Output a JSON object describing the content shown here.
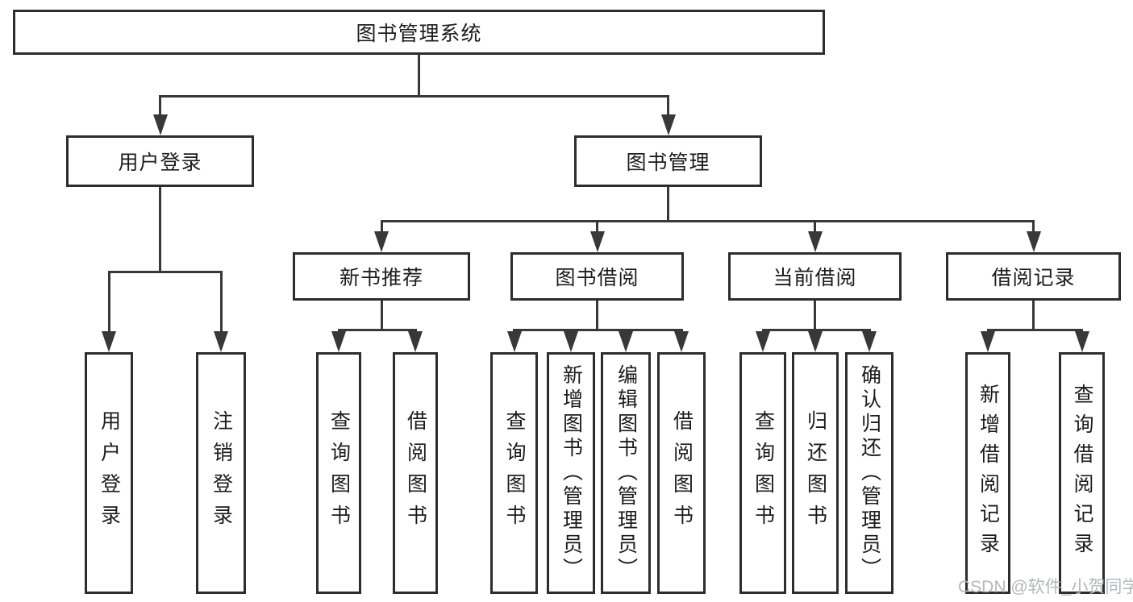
{
  "diagram": {
    "title": "图书管理系统",
    "nodes": [
      {
        "id": "root",
        "label": "图书管理系统",
        "level": 1,
        "parent": null
      },
      {
        "id": "login",
        "label": "用户登录",
        "level": 2,
        "parent": "root"
      },
      {
        "id": "mgmt",
        "label": "图书管理",
        "level": 2,
        "parent": "root"
      },
      {
        "id": "rec",
        "label": "新书推荐",
        "level": 3,
        "parent": "mgmt"
      },
      {
        "id": "borrow",
        "label": "图书借阅",
        "level": 3,
        "parent": "mgmt"
      },
      {
        "id": "current",
        "label": "当前借阅",
        "level": 3,
        "parent": "mgmt"
      },
      {
        "id": "records",
        "label": "借阅记录",
        "level": 3,
        "parent": "mgmt"
      },
      {
        "id": "v-login",
        "label": "用户登录",
        "level": 4,
        "parent": "login"
      },
      {
        "id": "v-logout",
        "label": "注销登录",
        "level": 4,
        "parent": "login"
      },
      {
        "id": "v-rec-query",
        "label": "查询图书",
        "level": 4,
        "parent": "rec"
      },
      {
        "id": "v-rec-borrow",
        "label": "借阅图书",
        "level": 4,
        "parent": "rec"
      },
      {
        "id": "v-bor-query",
        "label": "查询图书",
        "level": 4,
        "parent": "borrow"
      },
      {
        "id": "v-bor-add",
        "label": "新增图书（管理员）",
        "level": 4,
        "parent": "borrow"
      },
      {
        "id": "v-bor-edit",
        "label": "编辑图书（管理员）",
        "level": 4,
        "parent": "borrow"
      },
      {
        "id": "v-bor-borrow",
        "label": "借阅图书",
        "level": 4,
        "parent": "borrow"
      },
      {
        "id": "v-cur-query",
        "label": "查询图书",
        "level": 4,
        "parent": "current"
      },
      {
        "id": "v-cur-return",
        "label": "归还图书",
        "level": 4,
        "parent": "current"
      },
      {
        "id": "v-cur-confirm",
        "label": "确认归还（管理员）",
        "level": 4,
        "parent": "current"
      },
      {
        "id": "v-recd-add",
        "label": "新增借阅记录",
        "level": 4,
        "parent": "records"
      },
      {
        "id": "v-recd-query",
        "label": "查询借阅记录",
        "level": 4,
        "parent": "records"
      }
    ]
  },
  "watermark": {
    "text": "CSDN @软件_小贺同学"
  },
  "colors": {
    "line": "#383838",
    "box_border": "#2d2d2d",
    "box_fill": "#ffffff",
    "text": "#1c1c1c",
    "watermark": "#b5b7ba"
  }
}
